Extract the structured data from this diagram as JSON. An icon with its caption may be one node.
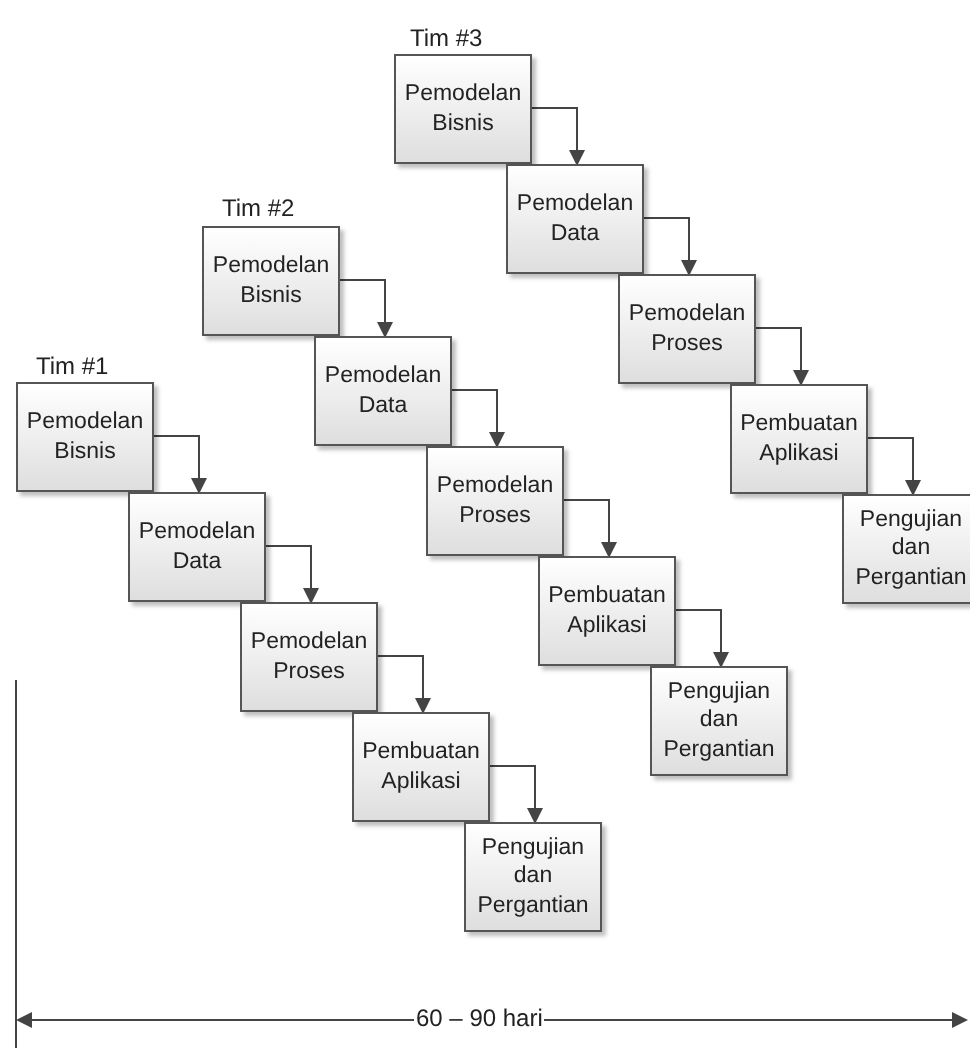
{
  "diagram": {
    "nodes": [
      {
        "text": [
          "Pemodelan Bisnis"
        ]
      },
      {
        "text": [
          "Pemodelan Data"
        ]
      },
      {
        "text": [
          "Pemodelan Proses"
        ]
      },
      {
        "text": [
          "Pembuatan Aplikasi"
        ]
      },
      {
        "text": [
          "Pengujian dan Pergantian"
        ]
      },
      {
        "text": [
          "Pemodelan Bisnis"
        ]
      },
      {
        "text": [
          "Pemodelan Data"
        ]
      },
      {
        "text": [
          "Pemodelan Proses"
        ]
      },
      {
        "text": [
          "Pembuatan Aplikasi"
        ]
      },
      {
        "text": [
          "Pengujian dan Pergantian"
        ]
      },
      {
        "text": [
          "Pemodelan Bisnis"
        ]
      },
      {
        "text": [
          "Pemodelan Data"
        ]
      },
      {
        "text": [
          "Pemodelan Proses"
        ]
      },
      {
        "text": [
          "Pembuatan Aplikasi"
        ]
      },
      {
        "text": [
          "Pengujian dan Pergantian"
        ]
      }
    ],
    "edges": [
      {
        "from": 0,
        "to": 1,
        "arrow": "to"
      },
      {
        "from": 1,
        "to": 2,
        "arrow": "to"
      },
      {
        "from": 2,
        "to": 3,
        "arrow": "to"
      },
      {
        "from": 3,
        "to": 4,
        "arrow": "to"
      },
      {
        "from": 5,
        "to": 6,
        "arrow": "to"
      },
      {
        "from": 6,
        "to": 7,
        "arrow": "to"
      },
      {
        "from": 7,
        "to": 8,
        "arrow": "to"
      },
      {
        "from": 8,
        "to": 9,
        "arrow": "to"
      },
      {
        "from": 10,
        "to": 11,
        "arrow": "to"
      },
      {
        "from": 11,
        "to": 12,
        "arrow": "to"
      },
      {
        "from": 12,
        "to": 13,
        "arrow": "to"
      },
      {
        "from": 13,
        "to": 14,
        "arrow": "to"
      }
    ],
    "labels": [
      "Tim #3",
      "Tim #2",
      "Tim #1",
      "60 – 90 hari"
    ]
  }
}
